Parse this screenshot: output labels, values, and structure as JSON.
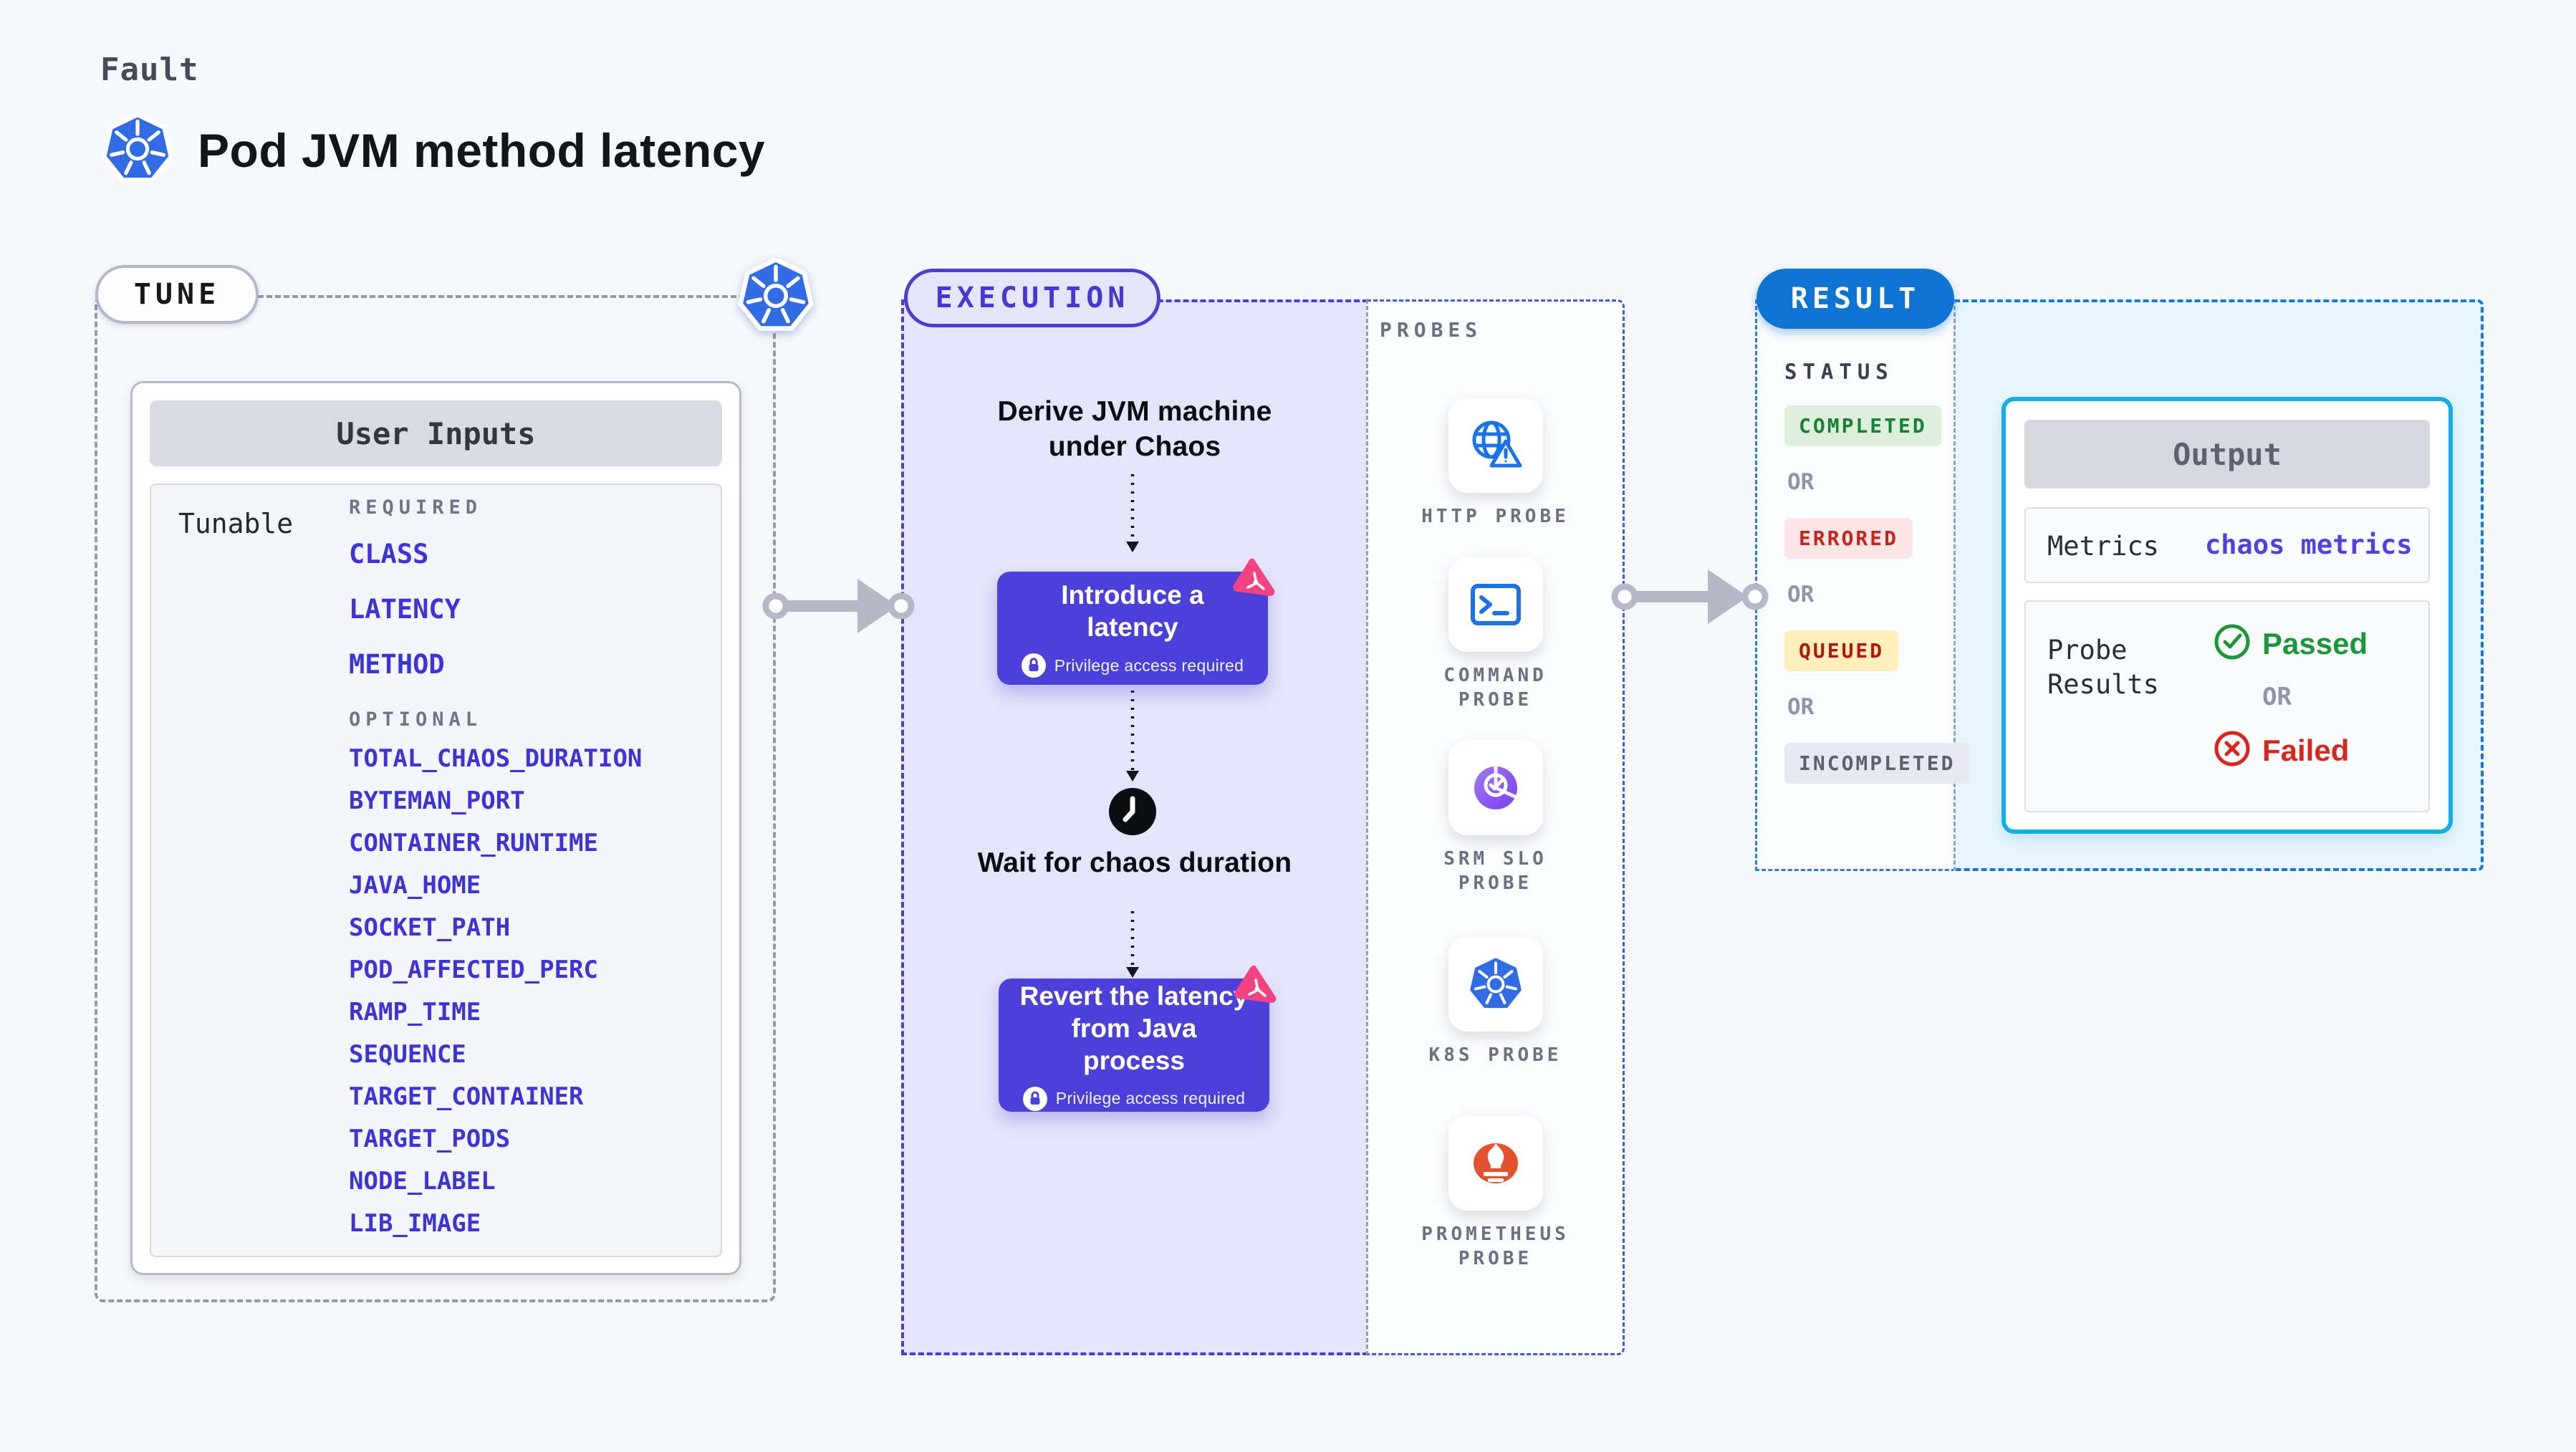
{
  "header": {
    "fault_label": "Fault",
    "title": "Pod JVM method latency"
  },
  "tune": {
    "pill_label": "TUNE",
    "user_inputs": {
      "header": "User Inputs",
      "row_label": "Tunable",
      "required_label": "REQUIRED",
      "required": [
        "CLASS",
        "LATENCY",
        "METHOD"
      ],
      "optional_label": "OPTIONAL",
      "optional": [
        "TOTAL_CHAOS_DURATION",
        "BYTEMAN_PORT",
        "CONTAINER_RUNTIME",
        "JAVA_HOME",
        "SOCKET_PATH",
        "POD_AFFECTED_PERC",
        "RAMP_TIME",
        "SEQUENCE",
        "TARGET_CONTAINER",
        "TARGET_PODS",
        "NODE_LABEL",
        "LIB_IMAGE"
      ]
    }
  },
  "execution": {
    "pill_label": "EXECUTION",
    "derive_label": "Derive JVM machine under Chaos",
    "step1": {
      "title": "Introduce a latency",
      "privilege": "Privilege access required"
    },
    "wait_label": "Wait for chaos duration",
    "step2": {
      "title": "Revert the latency from Java process",
      "privilege": "Privilege access required"
    },
    "probes": {
      "heading": "PROBES",
      "items": [
        {
          "label": "HTTP PROBE",
          "icon": "globe-alert-icon"
        },
        {
          "label": "COMMAND PROBE",
          "icon": "terminal-icon"
        },
        {
          "label": "SRM SLO PROBE",
          "icon": "slo-check-icon"
        },
        {
          "label": "K8S PROBE",
          "icon": "kubernetes-icon"
        },
        {
          "label": "PROMETHEUS PROBE",
          "icon": "prometheus-icon"
        }
      ]
    }
  },
  "result": {
    "pill_label": "RESULT",
    "status": {
      "heading": "STATUS",
      "or_label": "OR",
      "badges": [
        {
          "label": "COMPLETED",
          "kind": "completed"
        },
        {
          "label": "ERRORED",
          "kind": "errored"
        },
        {
          "label": "QUEUED",
          "kind": "queued"
        },
        {
          "label": "INCOMPLETED",
          "kind": "incompleted"
        }
      ]
    },
    "output": {
      "header": "Output",
      "metrics_label": "Metrics",
      "metrics_value": "chaos metrics",
      "probe_results_label": "Probe Results",
      "passed_label": "Passed",
      "or_label": "OR",
      "failed_label": "Failed"
    }
  },
  "colors": {
    "accent_indigo": "#4b40d9",
    "accent_blue": "#0e74d4",
    "output_border_cyan": "#14aee4",
    "completed_green": "#17813a",
    "errored_red": "#c5231f",
    "queued_amber_bg": "#fdeebb",
    "passed_green": "#1c9737",
    "failed_red": "#d7261d",
    "kubernetes_blue": "#326ce5",
    "probe_icon_blue": "#1a73e8",
    "prometheus_orange": "#e5512d",
    "litmus_pink": "#f2427f"
  }
}
